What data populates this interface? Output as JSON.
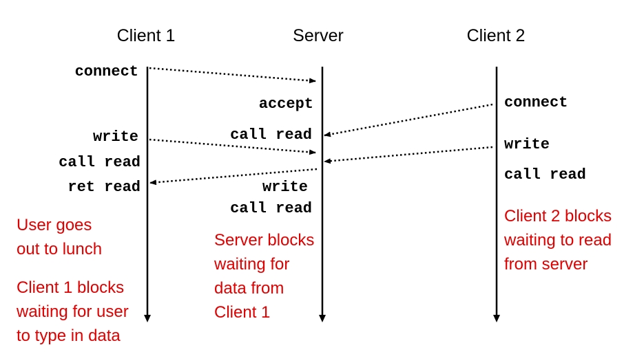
{
  "columns": {
    "client1": "Client 1",
    "server": "Server",
    "client2": "Client 2"
  },
  "client1_events": [
    "connect",
    "write",
    "call read",
    "ret read"
  ],
  "server_events": [
    "accept",
    "call read",
    "write",
    "call read"
  ],
  "client2_events": [
    "connect",
    "write",
    "call read"
  ],
  "notes": {
    "client1_lunch": [
      "User goes",
      "out to lunch"
    ],
    "client1_blocks": [
      "Client 1 blocks",
      "waiting for user",
      "to type in data"
    ],
    "server_blocks": [
      "Server blocks",
      "waiting for",
      "data from",
      "Client 1"
    ],
    "client2_blocks": [
      "Client 2 blocks",
      "waiting to read",
      "from server"
    ]
  },
  "colors": {
    "text": "#000000",
    "note": "#e00000"
  }
}
